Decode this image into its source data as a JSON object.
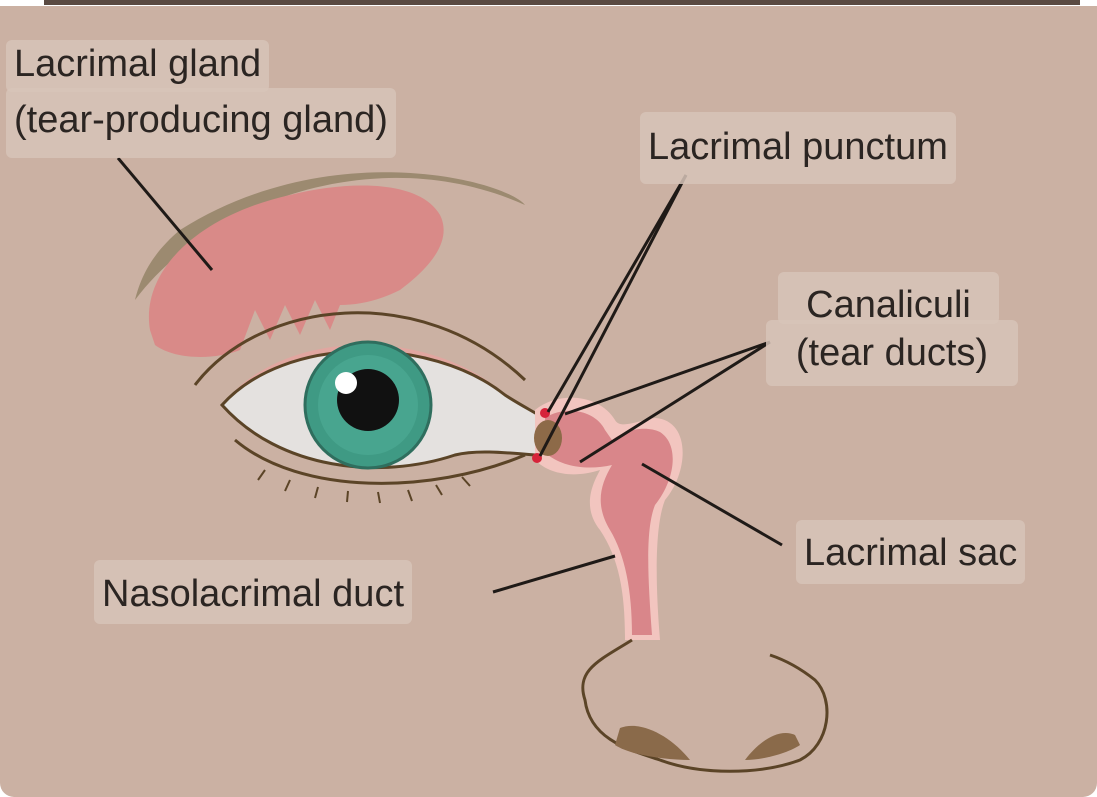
{
  "labels": {
    "lacrimal_gland": {
      "line1": "Lacrimal gland",
      "line2": "(tear-producing gland)"
    },
    "lacrimal_punctum": "Lacrimal punctum",
    "canaliculi": {
      "line1": "Canaliculi",
      "line2": "(tear ducts)"
    },
    "lacrimal_sac": "Lacrimal sac",
    "nasolacrimal_duct": "Nasolacrimal duct"
  },
  "colors": {
    "background": "#cbb1a3",
    "gland": "#d98a88",
    "iris": "#3f9a84",
    "eyebrow": "#9c8a70",
    "outline": "#5b4427",
    "leader_line": "#1f1a17"
  }
}
